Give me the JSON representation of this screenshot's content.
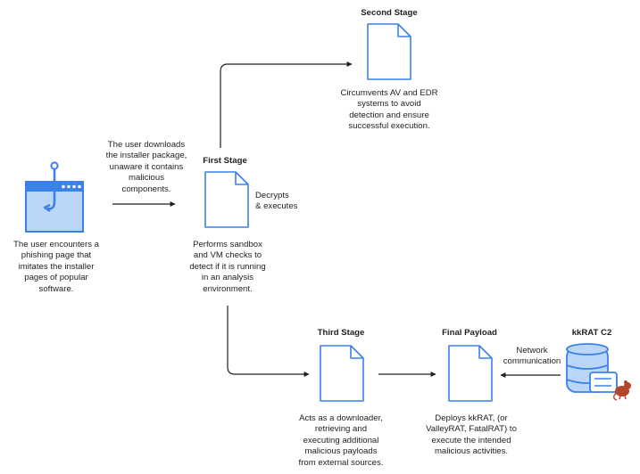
{
  "phishing": {
    "description": "The user encounters a\nphishing page that\nimitates the installer\npages of popular\nsoftware."
  },
  "download": {
    "description": "The user downloads\nthe installer package,\nunaware it contains\nmalicious\ncomponents."
  },
  "first_stage": {
    "title": "First Stage",
    "description": "Performs sandbox\nand  VM checks to\ndetect if it is running\nin an analysis\nenvironment.",
    "action": "Decrypts\n& executes"
  },
  "second_stage": {
    "title": "Second Stage",
    "description": "Circumvents AV and EDR\nsystems to avoid\ndetection and ensure\nsuccessful execution."
  },
  "third_stage": {
    "title": "Third Stage",
    "description": "Acts as a downloader,\nretrieving and\nexecuting additional\nmalicious payloads\nfrom external sources."
  },
  "final_payload": {
    "title": "Final Payload",
    "description": "Deploys kkRAT, (or\nValleyRAT, FatalRAT) to\nexecute the intended\nmalicious activities."
  },
  "c2": {
    "title": "kkRAT C2",
    "action": "Network\ncommunication"
  },
  "colors": {
    "accent": "#3a82e8",
    "accent_light": "#bcd6fa",
    "ink": "#1f1f1f",
    "rat": "#b4452a"
  }
}
